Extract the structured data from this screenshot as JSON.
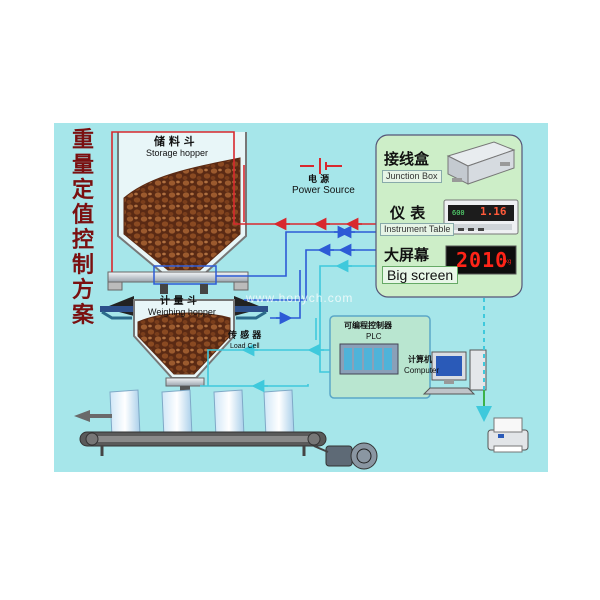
{
  "title_chars": [
    "重",
    "量",
    "定",
    "值",
    "控",
    "制",
    "方",
    "案"
  ],
  "storage_hopper": {
    "cn": "储 料 斗",
    "en": "Storage hopper"
  },
  "weighing_hopper": {
    "cn": "计 量 斗",
    "en": "Weighing hopper"
  },
  "load_cell": {
    "cn": "传 感 器",
    "en": "Load Cell"
  },
  "power_source": {
    "cn": "电  源",
    "en": "Power Source"
  },
  "junction_box": {
    "cn": "接线盒",
    "en": "Junction Box"
  },
  "instrument": {
    "cn": "仪 表",
    "en": "Instrument Table",
    "display": "1.16",
    "display_small": "600"
  },
  "big_screen": {
    "cn": "大屏幕",
    "en": "Big screen",
    "display": "2010",
    "unit": "kg"
  },
  "plc": {
    "cn": "可编程控制器",
    "en": "PLC"
  },
  "computer": {
    "cn": "计算机",
    "en": "Computer"
  },
  "watermark": "www.honych.com",
  "colors": {
    "background": "#a6e6ea",
    "panel": "#cdeec8",
    "red_line": "#d8282e",
    "blue_line": "#2d5bd6",
    "cyan_line": "#3fc9dc",
    "title": "#7a1010"
  }
}
